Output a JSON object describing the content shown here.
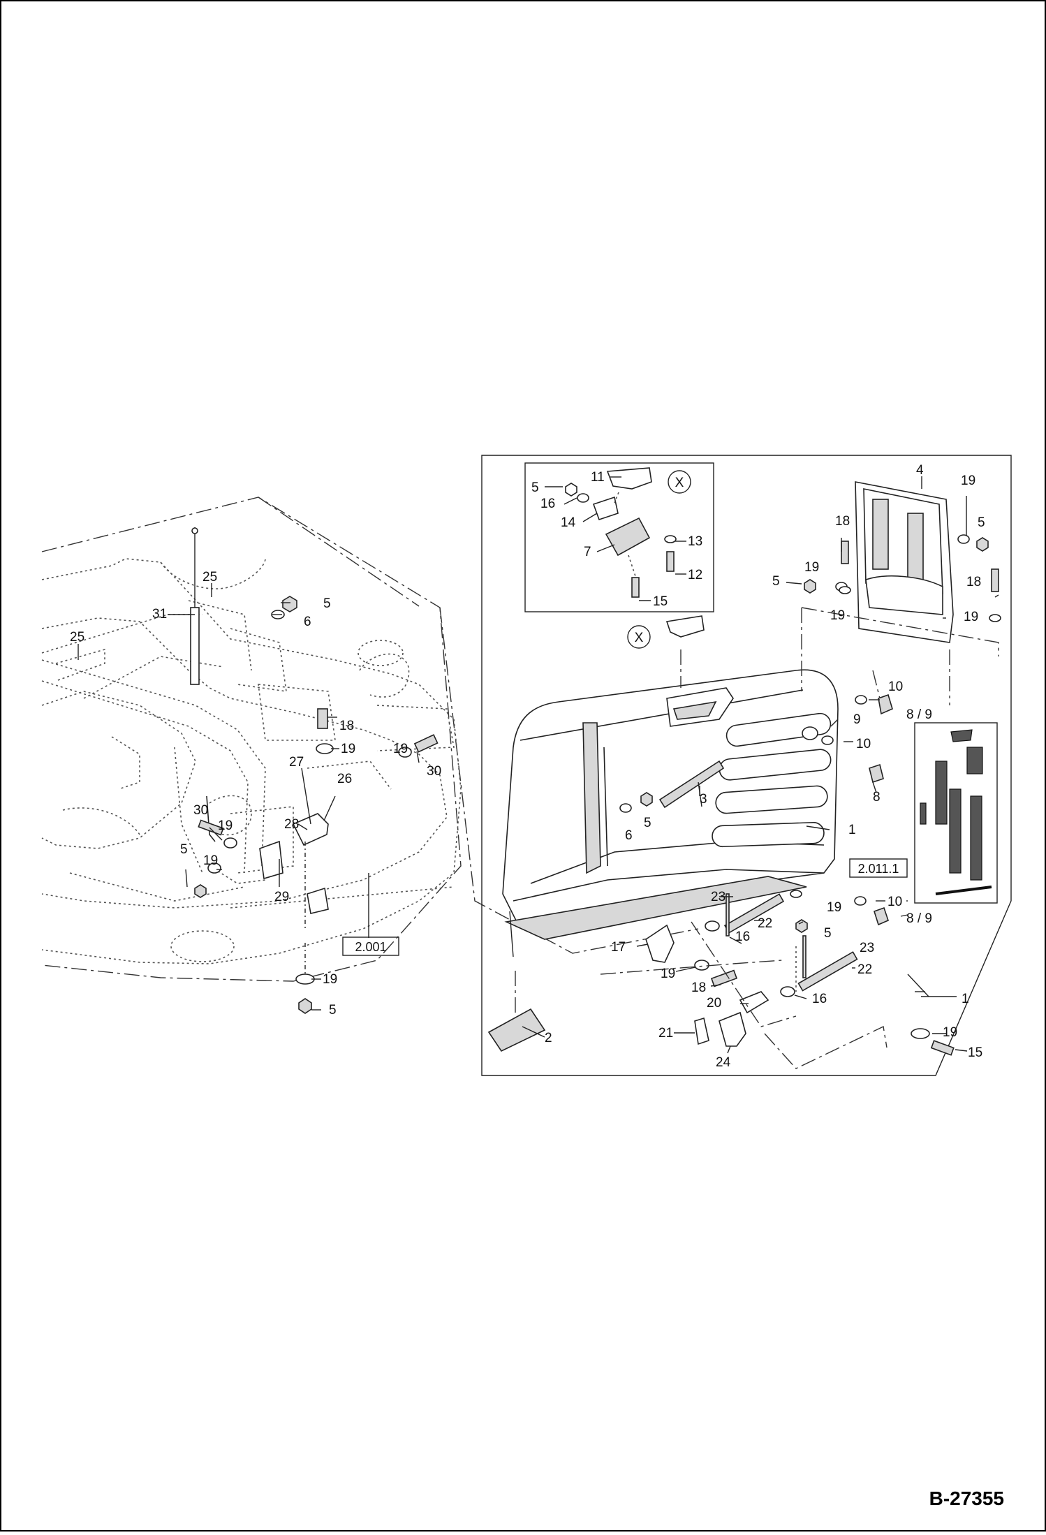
{
  "drawing_number": "B-27355",
  "detail_marker": "X",
  "reference_boxes": [
    "2.001",
    "2.011.1"
  ],
  "part_labels": {
    "l1a": "1",
    "l1b": "1",
    "l2": "2",
    "l3": "3",
    "l4": "4",
    "l5a": "5",
    "l5b": "5",
    "l5c": "5",
    "l5d": "5",
    "l5e": "5",
    "l5f": "5",
    "l5g": "5",
    "l5h": "5",
    "l6a": "6",
    "l6b": "6",
    "l7": "7",
    "l8": "8",
    "l89a": "8 / 9",
    "l89b": "8 / 9",
    "l9": "9",
    "l10a": "10",
    "l10b": "10",
    "l10c": "10",
    "l11": "11",
    "l12": "12",
    "l13": "13",
    "l14": "14",
    "l15a": "15",
    "l15b": "15",
    "l16a": "16",
    "l16b": "16",
    "l16c": "16",
    "l17": "17",
    "l18a": "18",
    "l18b": "18",
    "l18c": "18",
    "l18d": "18",
    "l19a": "19",
    "l19b": "19",
    "l19c": "19",
    "l19d": "19",
    "l19e": "19",
    "l19f": "19",
    "l19g": "19",
    "l19h": "19",
    "l19i": "19",
    "l19j": "19",
    "l19k": "19",
    "l19l": "19",
    "l20": "20",
    "l21": "21",
    "l22a": "22",
    "l22b": "22",
    "l23a": "23",
    "l23b": "23",
    "l24": "24",
    "l25a": "25",
    "l25b": "25",
    "l26": "26",
    "l27": "27",
    "l28": "28",
    "l29": "29",
    "l30a": "30",
    "l30b": "30",
    "l31": "31"
  }
}
